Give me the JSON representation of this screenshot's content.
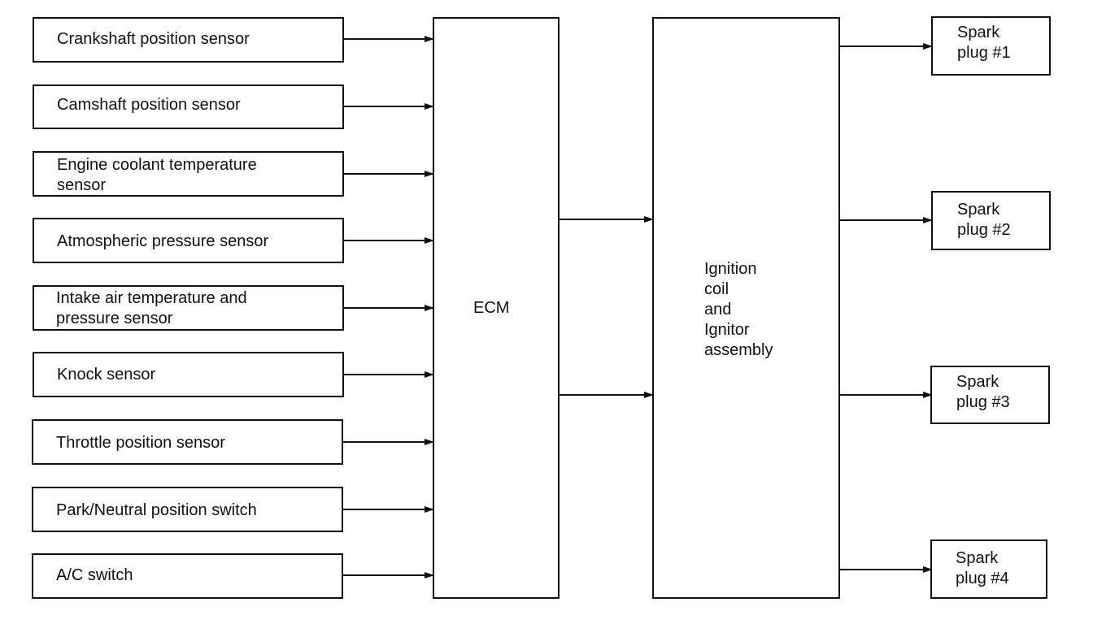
{
  "inputs": [
    {
      "label": "Crankshaft position sensor"
    },
    {
      "label": "Camshaft position sensor"
    },
    {
      "label": "Engine coolant temperature\nsensor"
    },
    {
      "label": "Atmospheric pressure sensor"
    },
    {
      "label": "Intake air temperature and\npressure sensor"
    },
    {
      "label": "Knock sensor"
    },
    {
      "label": "Throttle position sensor"
    },
    {
      "label": "Park/Neutral position switch"
    },
    {
      "label": "A/C switch"
    }
  ],
  "ecm": {
    "label": "ECM"
  },
  "ignition": {
    "label": "Ignition\ncoil\nand\nIgnitor\nassembly"
  },
  "outputs": [
    {
      "label": "Spark\nplug #1"
    },
    {
      "label": "Spark\nplug #2"
    },
    {
      "label": "Spark\nplug #3"
    },
    {
      "label": "Spark\nplug #4"
    }
  ],
  "connections": {
    "inputs_to_ecm": 9,
    "ecm_to_ignition": 2,
    "ignition_to_plugs": 4
  }
}
